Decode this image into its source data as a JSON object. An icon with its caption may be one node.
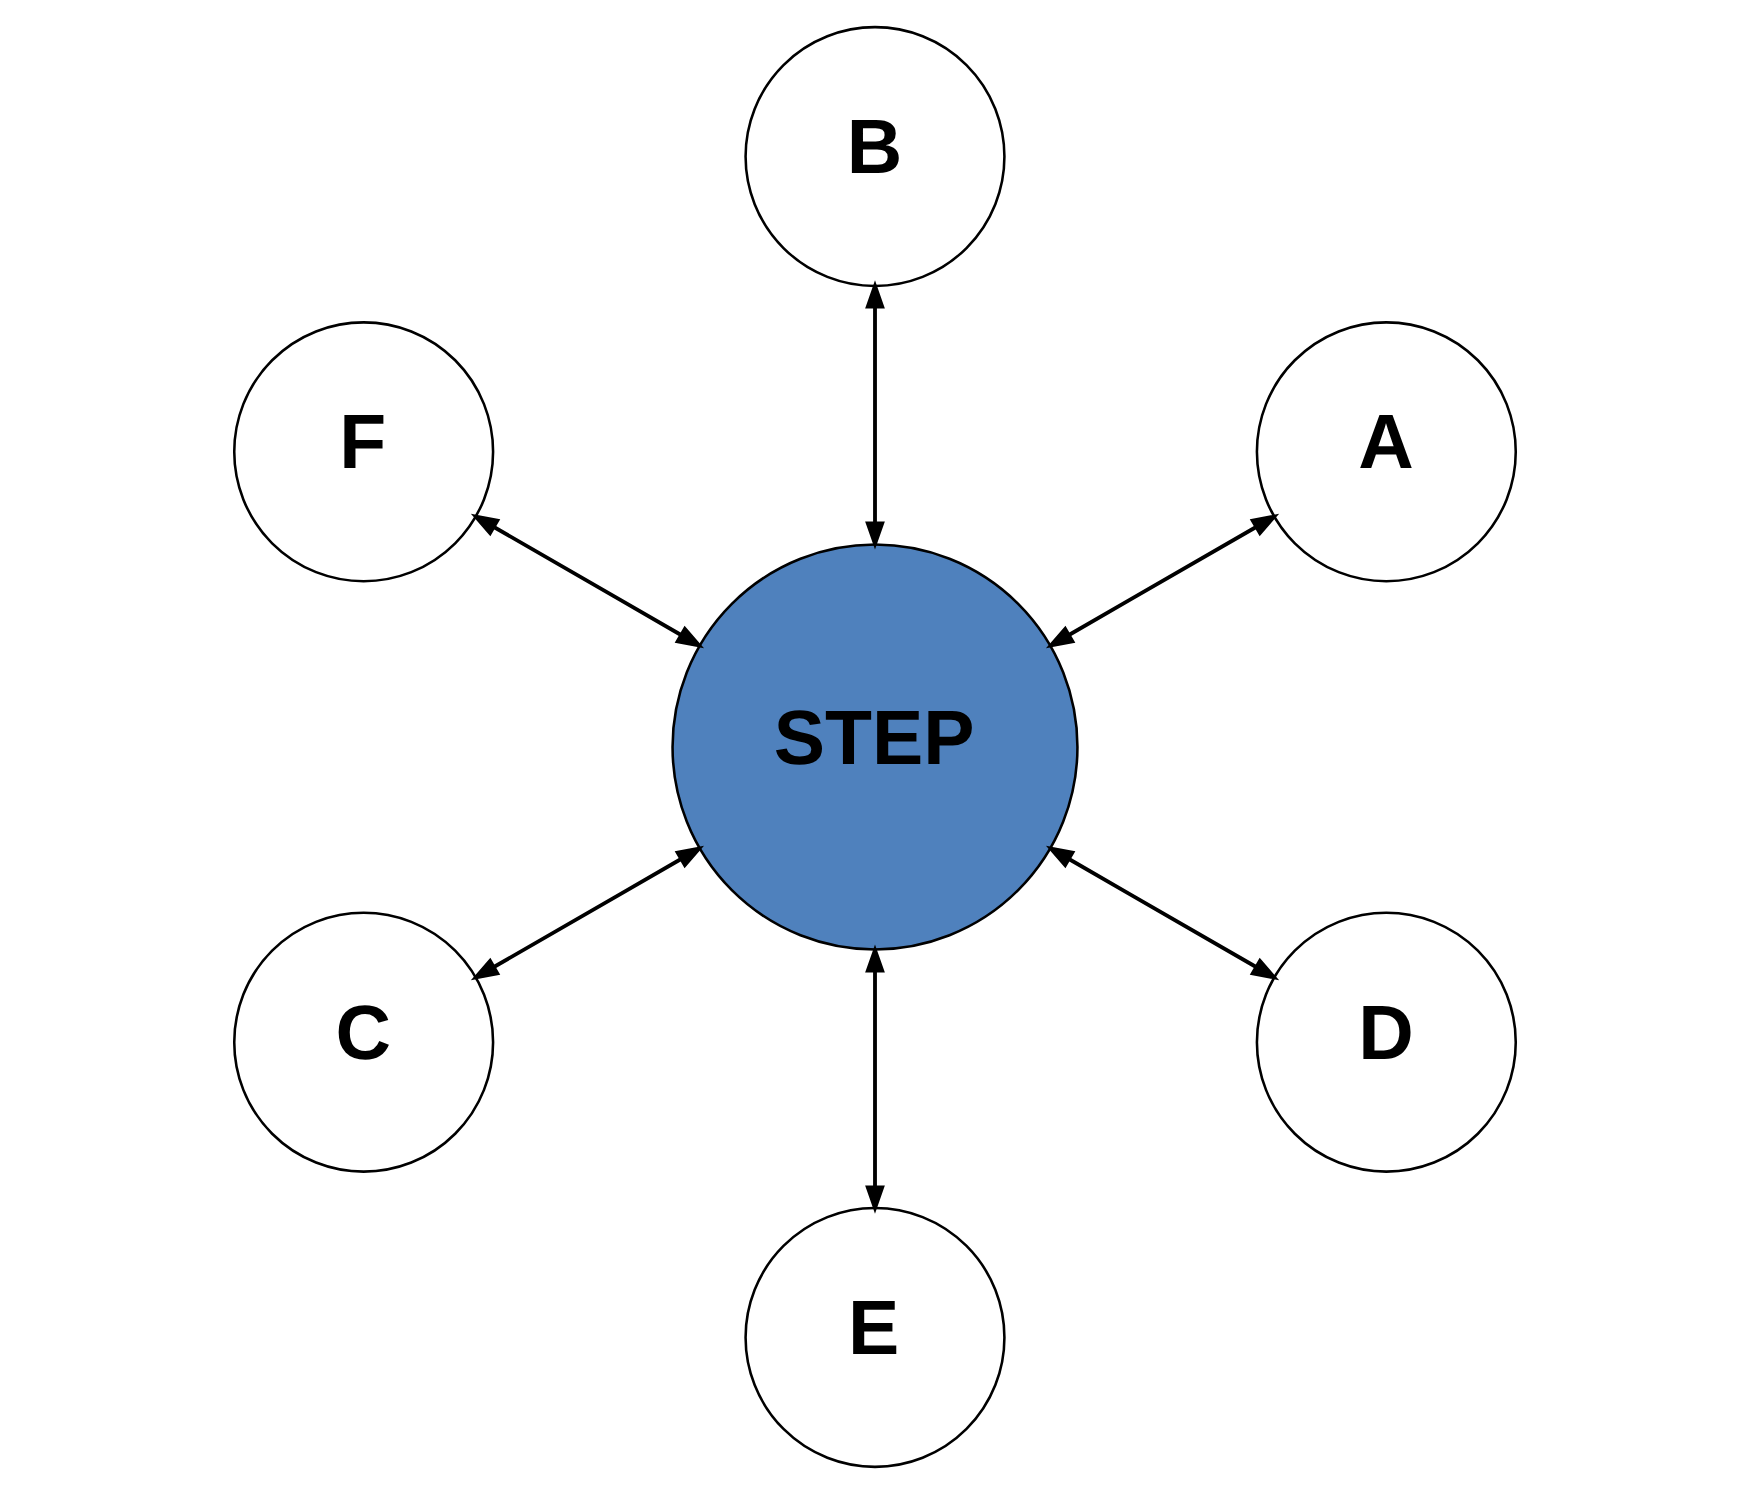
{
  "diagram": {
    "nodes": [
      {
        "text": [
          "A"
        ]
      },
      {
        "text": [
          "B"
        ]
      },
      {
        "text": [
          "F"
        ]
      },
      {
        "text": [
          "STEP"
        ]
      },
      {
        "text": [
          "C"
        ]
      },
      {
        "text": [
          "E"
        ]
      },
      {
        "text": [
          "D"
        ]
      }
    ],
    "edges": [
      {
        "from": 3,
        "to": 0,
        "arrow": "both"
      },
      {
        "from": 3,
        "to": 1,
        "arrow": "both"
      },
      {
        "from": 3,
        "to": 4,
        "arrow": "both"
      },
      {
        "from": 3,
        "to": 6,
        "arrow": "both"
      },
      {
        "from": 3,
        "to": 5,
        "arrow": "both"
      },
      {
        "from": 3,
        "to": 2,
        "arrow": "both"
      }
    ]
  }
}
